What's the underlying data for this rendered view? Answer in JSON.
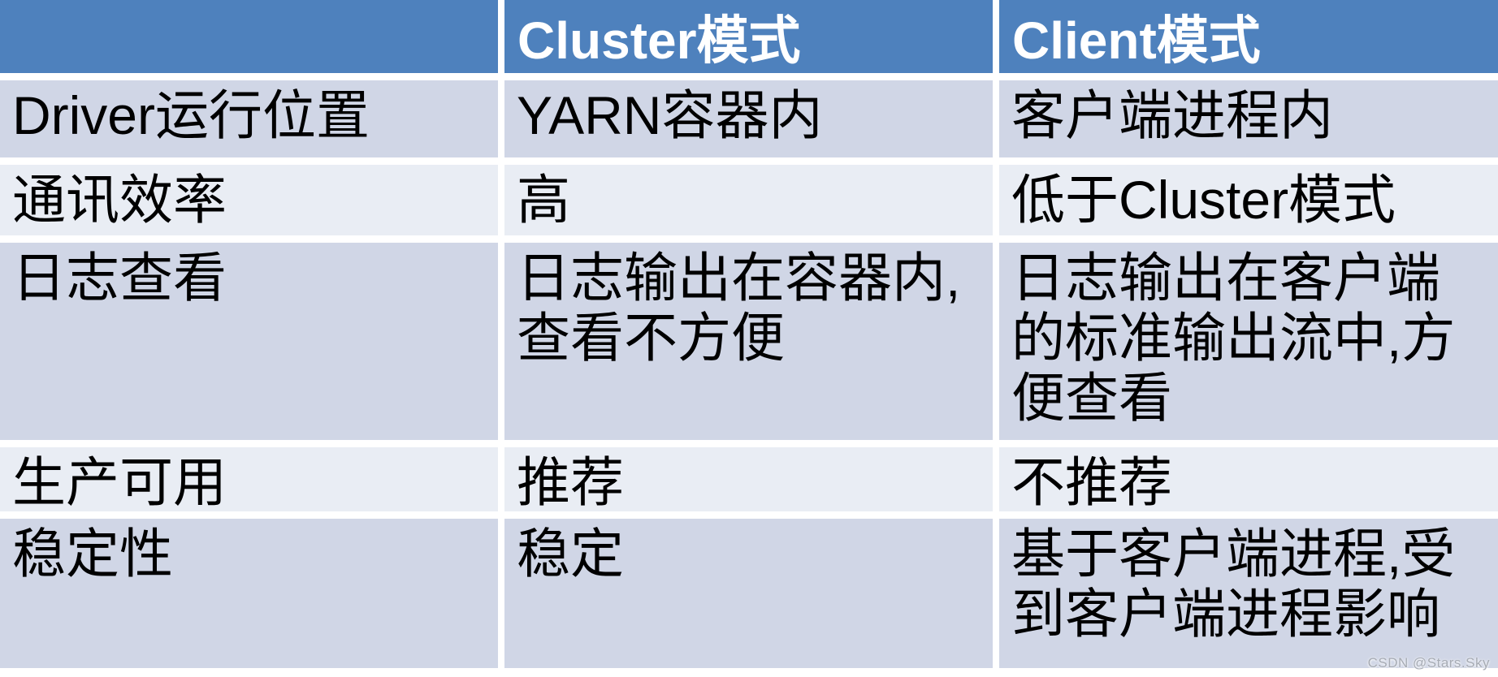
{
  "chart_data": {
    "type": "table",
    "title": "",
    "columns": [
      "",
      "Cluster模式",
      "Client模式"
    ],
    "rows": [
      [
        "Driver运行位置",
        "YARN容器内",
        "客户端进程内"
      ],
      [
        "通讯效率",
        "高",
        "低于Cluster模式"
      ],
      [
        "日志查看",
        "日志输出在容器内,查看不方便",
        "日志输出在客户端的标准输出流中,方便查看"
      ],
      [
        "生产可用",
        "推荐",
        "不推荐"
      ],
      [
        "稳定性",
        "稳定",
        "基于客户端进程,受到客户端进程影响"
      ]
    ],
    "layout_hints": {
      "header_fill": "#4e81bd",
      "band_dark_fill": "#d0d6e6",
      "band_light_fill": "#e9edf4",
      "gridline_color": "#ffffff",
      "header_text_color": "#ffffff",
      "body_text_color": "#000000"
    }
  },
  "table": {
    "header": {
      "corner": "",
      "col_cluster": "Cluster模式",
      "col_client": "Client模式"
    },
    "rows": [
      {
        "cells": [
          "Driver运行位置",
          "YARN容器内",
          "客户端进程内"
        ]
      },
      {
        "cells": [
          "通讯效率",
          "高",
          "低于Cluster模式"
        ]
      },
      {
        "cells": [
          "日志查看",
          "日志输出在容器内,\n查看不方便",
          "日志输出在客户端\n的标准输出流中,方\n便查看"
        ]
      },
      {
        "cells": [
          "生产可用",
          "推荐",
          "不推荐"
        ]
      },
      {
        "cells": [
          "稳定性",
          "稳定",
          "基于客户端进程,受\n到客户端进程影响"
        ]
      }
    ]
  },
  "watermark": "CSDN @Stars.Sky",
  "colors": {
    "header_blue": "#4e81bd",
    "band_dark": "#d0d6e6",
    "band_light": "#e9edf4",
    "gutter_white": "#ffffff",
    "text_black": "#000000",
    "watermark_gray": "#a6abb4"
  }
}
